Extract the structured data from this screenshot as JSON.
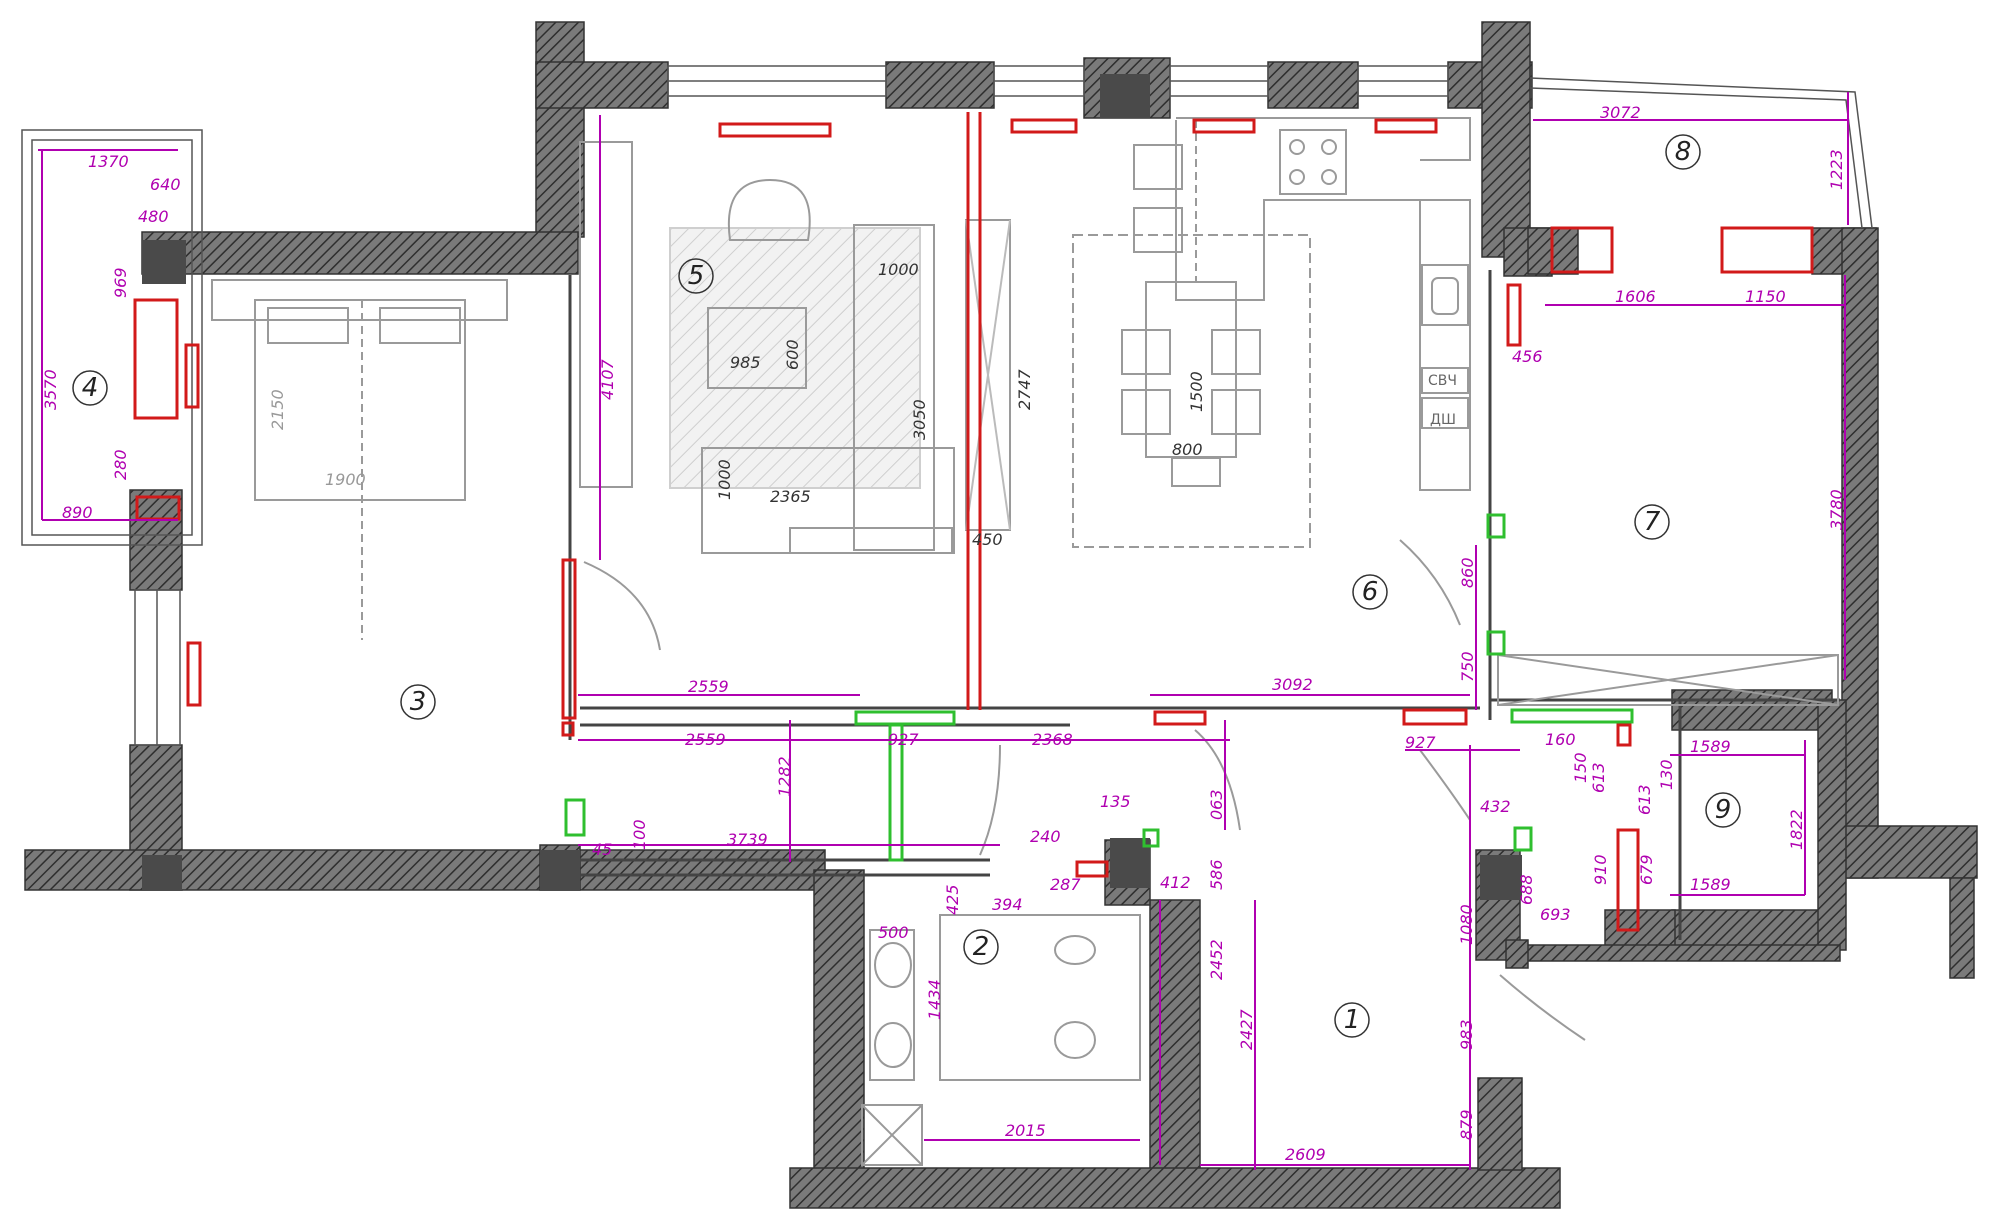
{
  "plan": {
    "rooms": [
      {
        "id": "room-1",
        "number": "1"
      },
      {
        "id": "room-2",
        "number": "2"
      },
      {
        "id": "room-3",
        "number": "3"
      },
      {
        "id": "room-4",
        "number": "4"
      },
      {
        "id": "room-5",
        "number": "5"
      },
      {
        "id": "room-6",
        "number": "6"
      },
      {
        "id": "room-7",
        "number": "7"
      },
      {
        "id": "room-8",
        "number": "8"
      },
      {
        "id": "room-9",
        "number": "9"
      }
    ],
    "dimensions": {
      "d1370": "1370",
      "d480": "480",
      "d640": "640",
      "d969": "969",
      "d3570": "3570",
      "d280": "280",
      "d890": "890",
      "d2150": "2150",
      "d1900": "1900",
      "d4107": "4107",
      "d1000a": "1000",
      "d985": "985",
      "d600": "600",
      "d3050": "3050",
      "d2747": "2747",
      "d1000b": "1000",
      "d2365": "2365",
      "d450": "450",
      "d1500": "1500",
      "d800": "800",
      "d3072": "3072",
      "d1223": "1223",
      "d1606": "1606",
      "d1150": "1150",
      "d456": "456",
      "d3780": "3780",
      "d860": "860",
      "d750": "750",
      "d2559a": "2559",
      "d3092": "3092",
      "d2559b": "2559",
      "d927a": "927",
      "d2368": "2368",
      "d1282": "1282",
      "d45": "45",
      "d100": "100",
      "d3739": "3739",
      "d240": "240",
      "d135": "135",
      "d063": "063",
      "d287": "287",
      "d412": "412",
      "d586": "586",
      "d425": "425",
      "d394": "394",
      "d500": "500",
      "d1434": "1434",
      "d2452": "2452",
      "d2427": "2427",
      "d2015": "2015",
      "d2609": "2609",
      "d927b": "927",
      "d160": "160",
      "d1589a": "1589",
      "d150": "150",
      "d613a": "613",
      "d613b": "613",
      "d130": "130",
      "d432": "432",
      "d1822": "1822",
      "d910": "910",
      "d679": "679",
      "d1589b": "1589",
      "d1080": "1080",
      "d688": "688",
      "d693": "693",
      "d983": "983",
      "d879": "879"
    },
    "appliances": {
      "microwave": "СВЧ",
      "dishwasher": "ДШ"
    },
    "colors": {
      "wall": "#5a5a5a",
      "dim": "#b000b0",
      "red": "#d21a1a",
      "green": "#2fbf2f",
      "furniture": "#9a9a9a"
    }
  }
}
